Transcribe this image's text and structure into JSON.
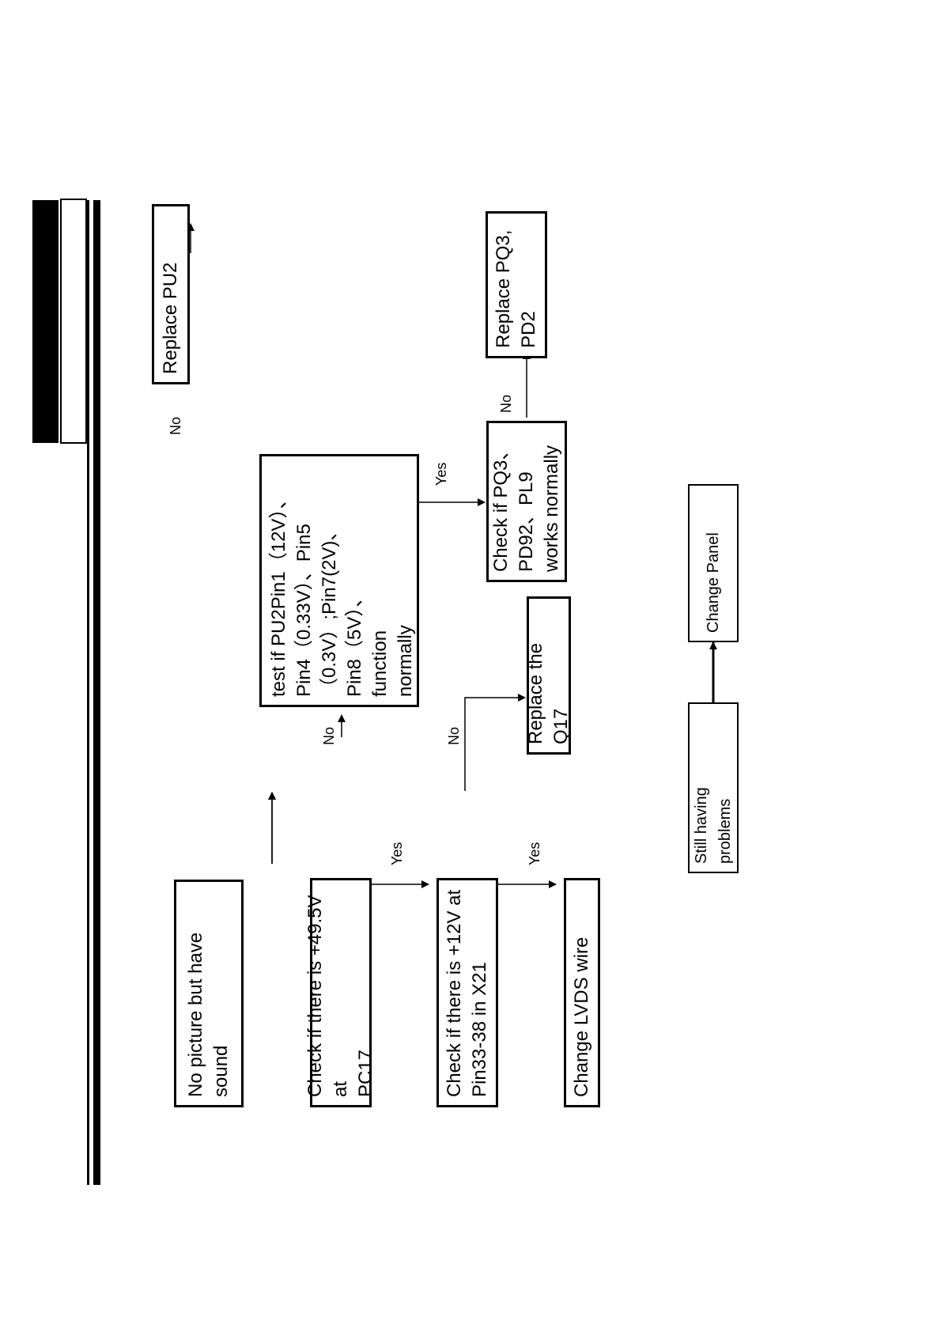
{
  "nodes": {
    "start": "No picture but have\nsound",
    "check_pc17": "Check if there is +49.5V at\nPC17",
    "check_x21": "Check if there is +12V at\nPin33-38 in X21",
    "change_lvds": "Change LVDS wire",
    "test_pu2": "test if PU2Pin1（12V）、\nPin4（0.33V）、Pin5\n（0.3V）;Pin7(2V)、\nPin8（5V）、\nfunction\nnormally",
    "replace_pu2": "Replace PU2",
    "check_pq3": "Check if PQ3、\nPD92、PL9\nworks normally",
    "replace_pq3": "Replace PQ3,\nPD2",
    "replace_q17": "Replace the Q17",
    "still_problems": "Still having\nproblems",
    "change_panel": "Change Panel"
  },
  "labels": {
    "no_pc17": "No",
    "yes_pc17": "Yes",
    "no_x21": "No",
    "yes_x21": "Yes",
    "no_pu2": "No",
    "yes_pu2": "Yes",
    "no_pq3": "No"
  }
}
